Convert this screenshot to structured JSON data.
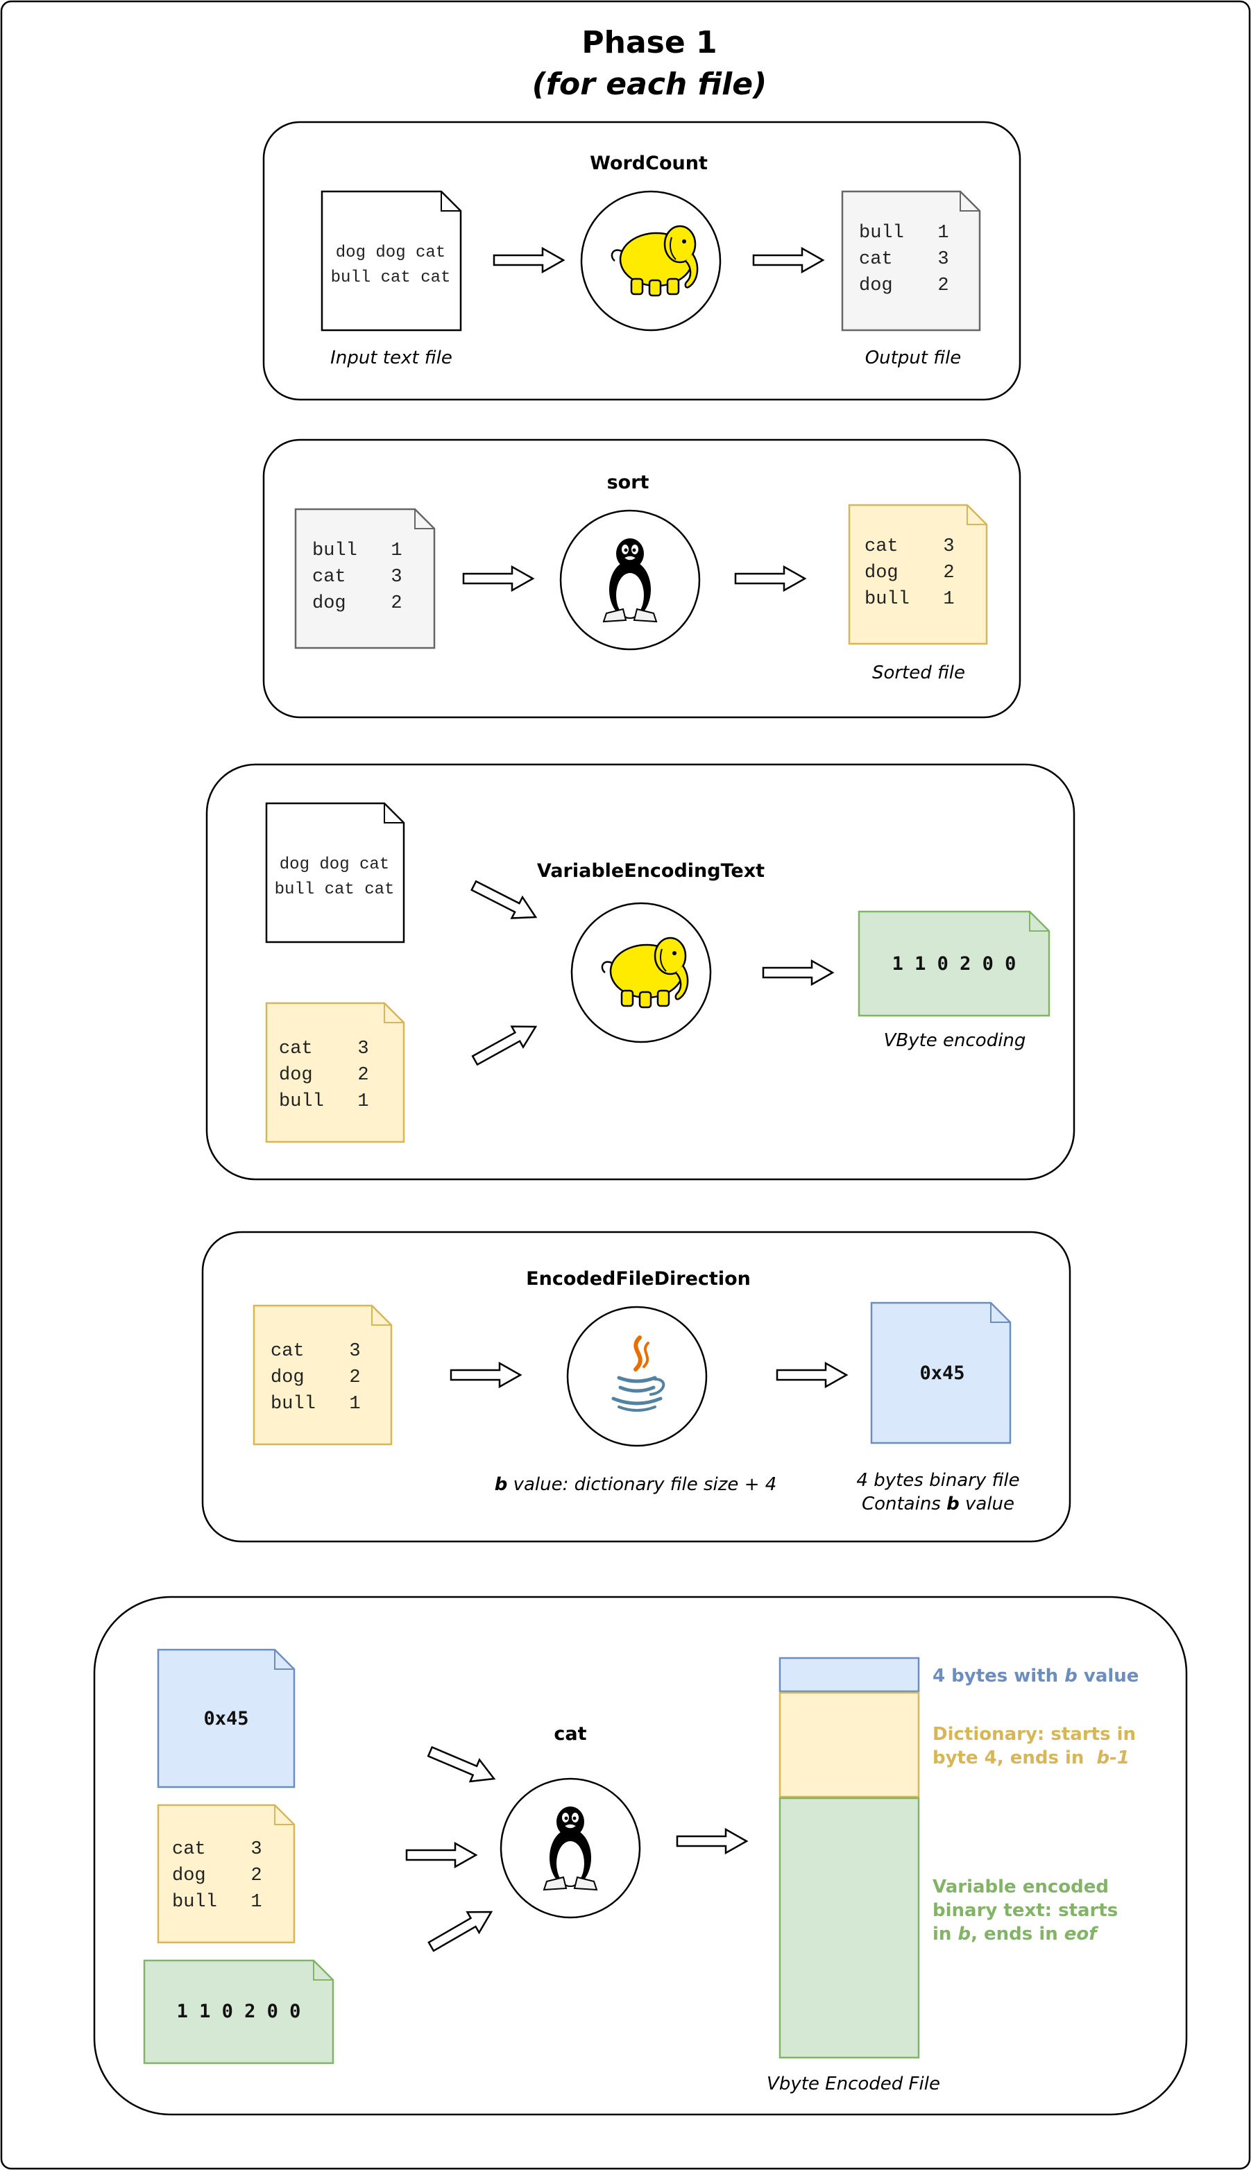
{
  "title": "Phase 1",
  "subtitle": "(for each file)",
  "colors": {
    "gray_file": "#f5f5f5",
    "yellow_file": "#fff2cc",
    "yellow_stroke": "#d6b656",
    "green_file": "#d5e8d4",
    "green_stroke": "#82b366",
    "blue_file": "#dae8fc",
    "blue_stroke": "#6c8ebf",
    "blue_text": "#6c8ebf",
    "yellow_text": "#d6b656",
    "green_text": "#82b366"
  },
  "icons": [
    "hadoop-elephant-icon",
    "linux-tux-icon",
    "java-cup-icon"
  ],
  "stage1": {
    "label": "WordCount",
    "input_lines": [
      "dog dog cat",
      "bull cat cat"
    ],
    "input_caption": "Input text file",
    "output_lines": [
      "bull   1",
      "cat    3",
      "dog    2"
    ],
    "output_caption": "Output file"
  },
  "stage2": {
    "label": "sort",
    "input_lines": [
      "bull   1",
      "cat    3",
      "dog    2"
    ],
    "output_lines": [
      "cat    3",
      "dog    2",
      "bull   1"
    ],
    "output_caption": "Sorted file"
  },
  "stage3": {
    "label": "VariableEncodingText",
    "text_lines": [
      "dog dog cat",
      "bull cat cat"
    ],
    "dict_lines": [
      "cat    3",
      "dog    2",
      "bull   1"
    ],
    "output_value": "1 1 0 2 0 0",
    "output_caption": "VByte encoding"
  },
  "stage4": {
    "label": "EncodedFileDirection",
    "input_lines": [
      "cat    3",
      "dog    2",
      "bull   1"
    ],
    "b_caption_b": "b",
    "b_caption_rest": " value: dictionary file size + 4",
    "output_value": "0x45",
    "output_caption_line1": "4 bytes binary file",
    "output_caption_line2_pre": "Contains ",
    "output_caption_line2_b": "b",
    "output_caption_line2_post": " value"
  },
  "stage5": {
    "label": "cat",
    "header_value": "0x45",
    "dict_lines": [
      "cat    3",
      "dog    2",
      "bull   1"
    ],
    "encoded_value": "1 1 0 2 0 0",
    "legend_header_pre": "4 bytes with ",
    "legend_header_b": "b",
    "legend_header_post": " value",
    "legend_dict_line1": "Dictionary: starts in",
    "legend_dict_line2_pre": "byte 4, ends in  ",
    "legend_dict_line2_em": "b-1",
    "legend_text_line1": "Variable encoded",
    "legend_text_line2": "binary text: starts",
    "legend_text_line3_pre": "in ",
    "legend_text_line3_b": "b",
    "legend_text_line3_mid": ", ends in ",
    "legend_text_line3_eof": "eof",
    "output_caption": "Vbyte Encoded File"
  }
}
